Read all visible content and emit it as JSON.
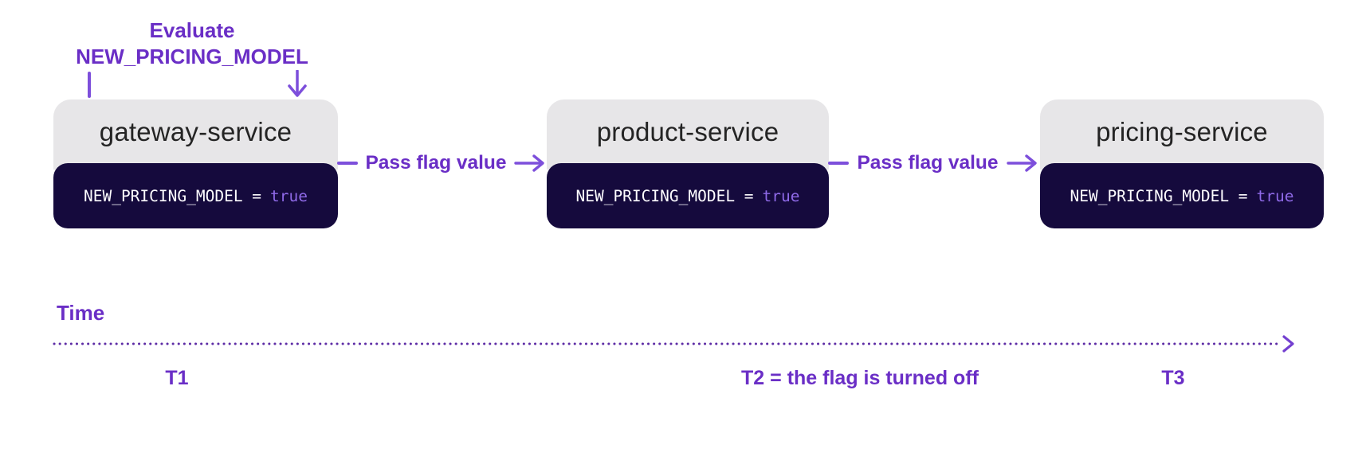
{
  "colors": {
    "background": "#ffffff",
    "heading_purple": "#6a2ec6",
    "arrow_purple": "#7d4fdb",
    "timeline_dot_purple": "#5e2da6",
    "card_header_bg": "#e7e6e8",
    "card_body_bg": "#150a3d",
    "service_name_text": "#242424",
    "code_text": "#fdfcff",
    "flag_value_text": "#8f6ae8"
  },
  "annotation": {
    "line1": "Evaluate",
    "line2": "NEW_PRICING_MODEL"
  },
  "services": [
    {
      "name": "gateway-service",
      "flag_label": "NEW_PRICING_MODEL =",
      "flag_value": "true"
    },
    {
      "name": "product-service",
      "flag_label": "NEW_PRICING_MODEL =",
      "flag_value": "true"
    },
    {
      "name": "pricing-service",
      "flag_label": "NEW_PRICING_MODEL =",
      "flag_value": "true"
    }
  ],
  "connectors": [
    {
      "label": "Pass flag value"
    },
    {
      "label": "Pass flag value"
    }
  ],
  "timeline": {
    "label": "Time",
    "markers": [
      {
        "label": "T1"
      },
      {
        "label": "T2 = the flag is turned off"
      },
      {
        "label": "T3"
      }
    ]
  }
}
